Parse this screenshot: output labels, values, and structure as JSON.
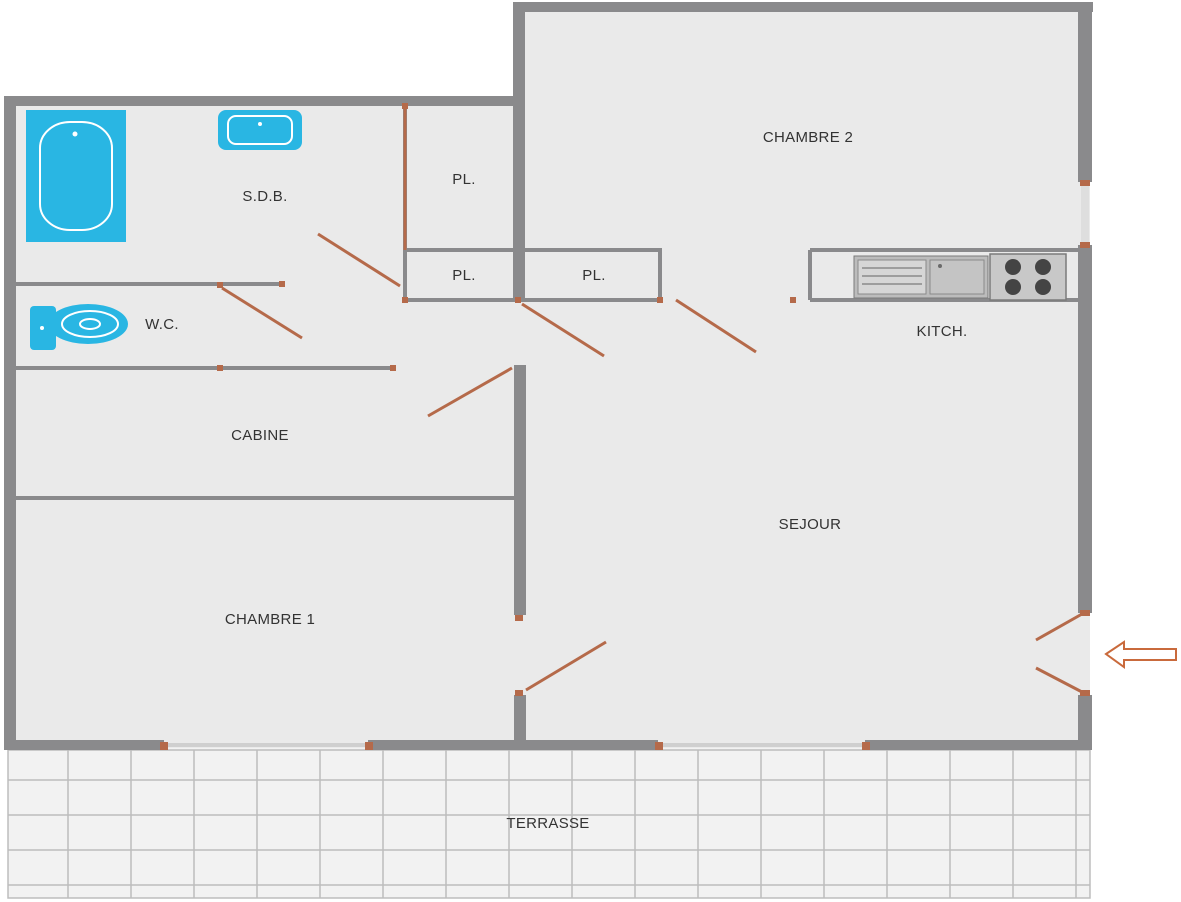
{
  "floor_plan": {
    "rooms": {
      "sdb": "S.D.B.",
      "wc": "W.C.",
      "cabine": "CABINE",
      "chambre1": "CHAMBRE 1",
      "chambre2": "CHAMBRE 2",
      "pl1": "PL.",
      "pl2": "PL.",
      "pl3": "PL.",
      "kitchen": "KITCH.",
      "sejour": "SEJOUR",
      "terrasse": "TERRASSE"
    },
    "fixtures": [
      "bathtub-icon",
      "washbasin-icon",
      "toilet-icon",
      "kitchen-sink-icon",
      "cooktop-icon"
    ],
    "entrance": "entrance-arrow-icon",
    "colors": {
      "walls": "#8a8a8c",
      "floor": "#eaeaea",
      "fixtures": "#29b6e3",
      "doors": "#b56a4a",
      "terrace_floor": "#f2f2f2"
    }
  }
}
